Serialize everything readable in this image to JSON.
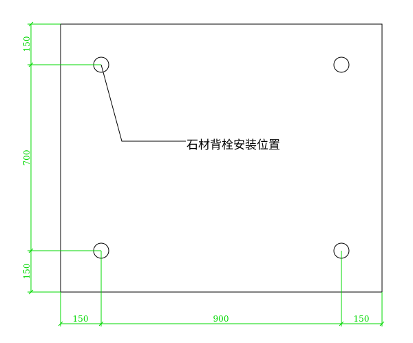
{
  "colors": {
    "outline": "#000000",
    "dimension": "#00d800",
    "leader": "#000000",
    "background": "#ffffff"
  },
  "panel": {
    "hole_labels": [
      "hole-top-left",
      "hole-top-right",
      "hole-bottom-left",
      "hole-bottom-right"
    ]
  },
  "annotation": {
    "label": "石材背栓安装位置"
  },
  "dimensions": {
    "vertical": {
      "top": "150",
      "middle": "700",
      "bottom": "150"
    },
    "horizontal": {
      "left": "150",
      "middle": "900",
      "right": "150"
    }
  }
}
